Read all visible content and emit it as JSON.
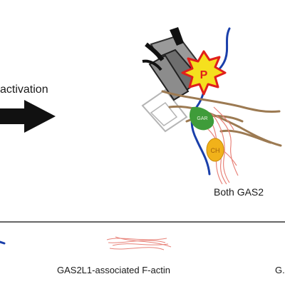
{
  "labels": {
    "activation": "activation",
    "both": "Both GAS2",
    "legend_factin": "GAS2L1-associated F-actin",
    "legend_trunc": "G."
  },
  "symbols": {
    "phospho": "P",
    "ch_domain": "CH",
    "gar_domain": "GAR"
  },
  "colors": {
    "arrow": "#111111",
    "starburst_fill": "#f5e01e",
    "starburst_stroke": "#e0201c",
    "microtubule": "#1a3faa",
    "actin_bundle": "#9c7a52",
    "gas2l1_factin": "#e8837a",
    "ch_domain": "#f1b21a",
    "gar_domain": "#3f9c3a",
    "motor_gray": "#7a7a7a",
    "divider": "#333333"
  },
  "icons": [
    "right-arrow-icon",
    "starburst-icon"
  ]
}
